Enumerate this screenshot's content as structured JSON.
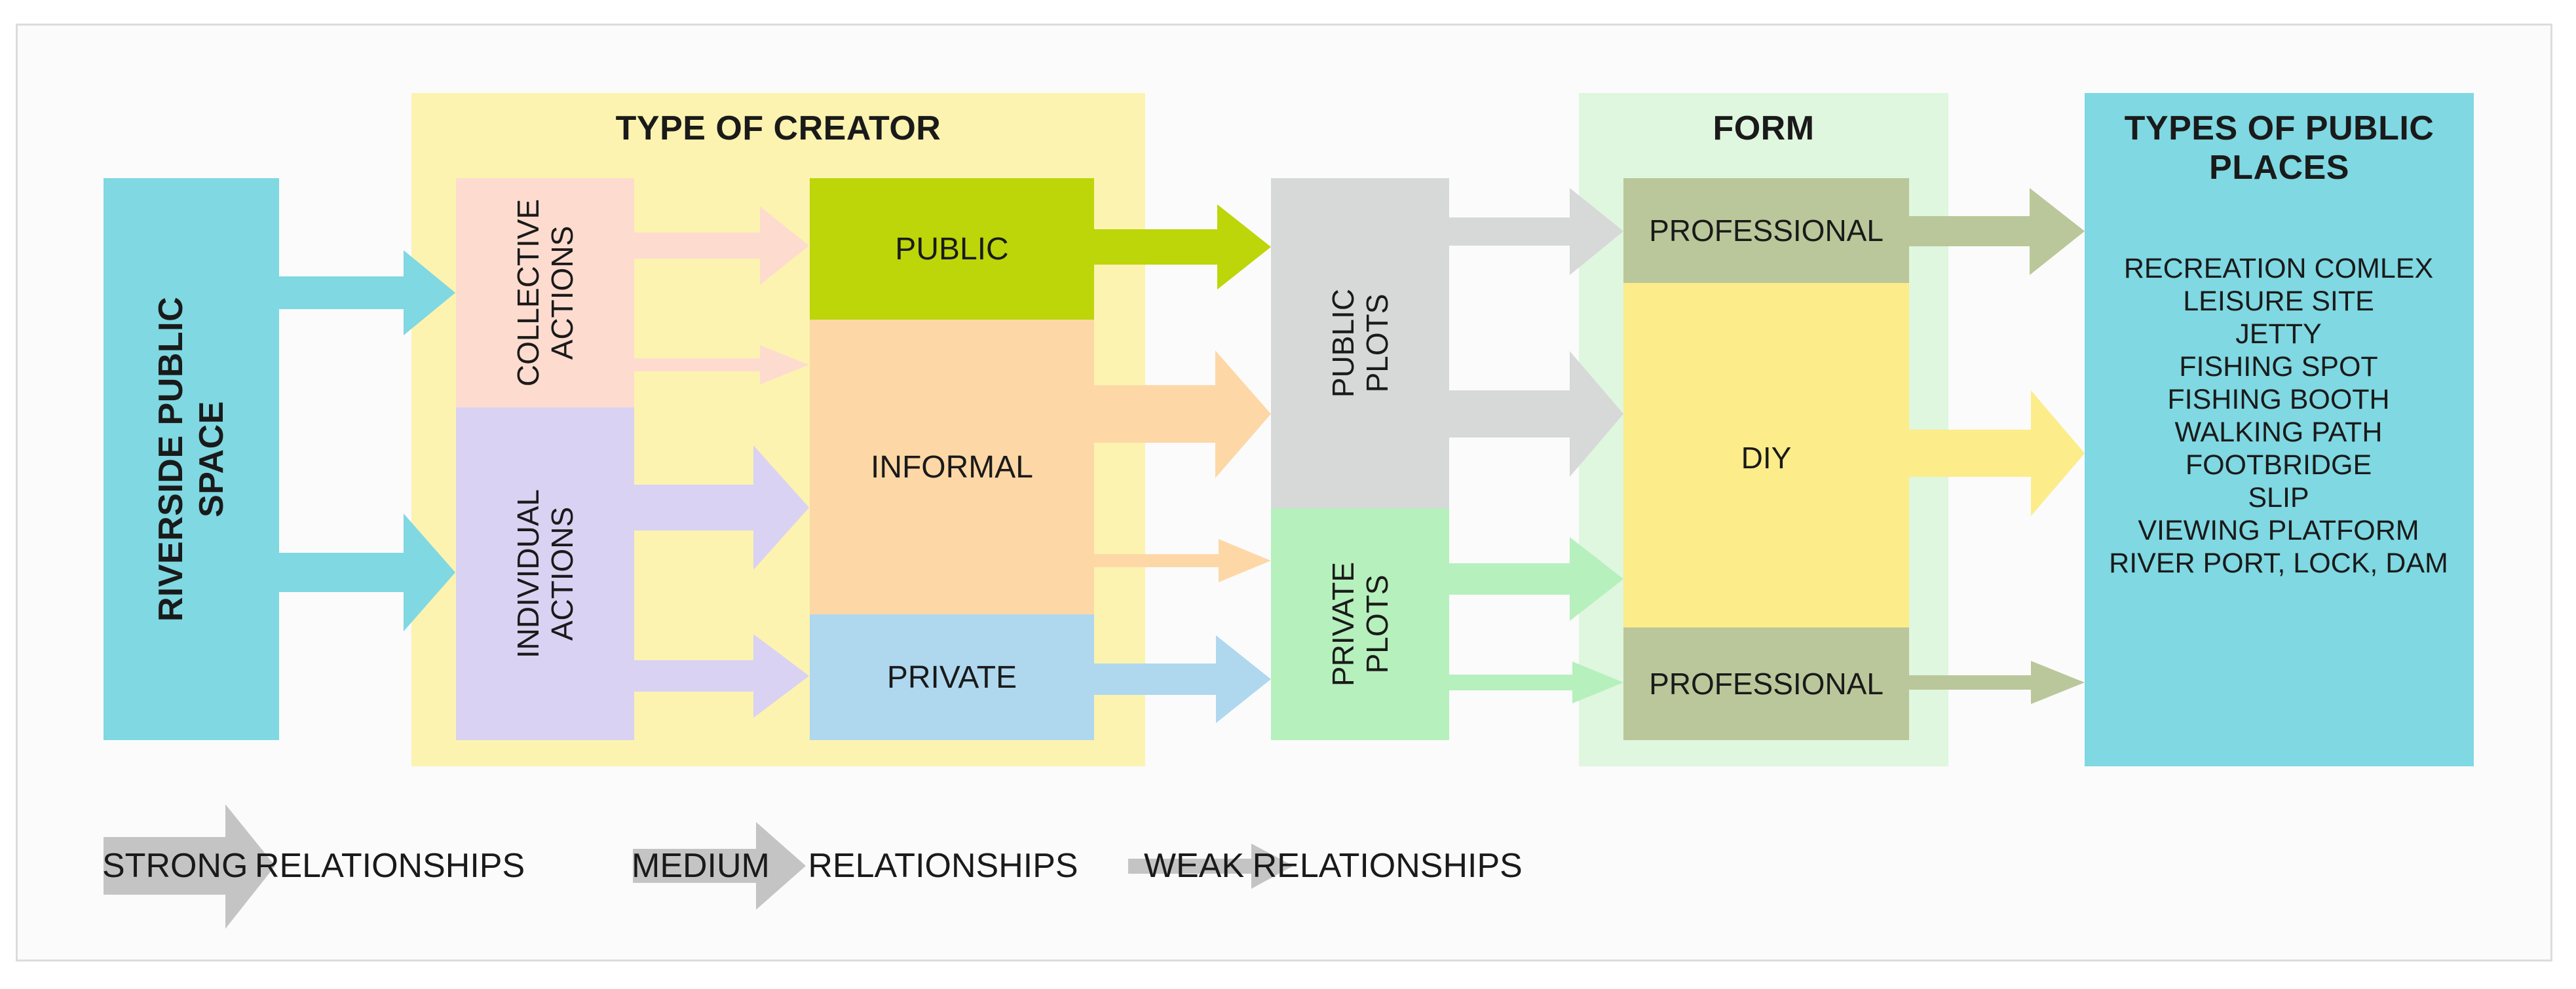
{
  "groups": {
    "creator_title": "TYPE OF CREATOR",
    "form_title": "FORM",
    "places_title": "TYPES OF PUBLIC PLACES"
  },
  "nodes": {
    "riverside": "RIVERSIDE PUBLIC\nSPACE",
    "collective": "COLLECTIVE\nACTIONS",
    "individual": "INDIVIDUAL\nACTIONS",
    "public": "PUBLIC",
    "informal": "INFORMAL",
    "private": "PRIVATE",
    "public_plots": "PUBLIC\nPLOTS",
    "private_plots": "PRIVATE\nPLOTS",
    "professional_top": "PROFESSIONAL",
    "diy": "DIY",
    "professional_bottom": "PROFESSIONAL"
  },
  "places": [
    "RECREATION COMLEX",
    "LEISURE SITE",
    "JETTY",
    "FISHING SPOT",
    "FISHING BOOTH",
    "WALKING PATH",
    "FOOTBRIDGE",
    "SLIP",
    "VIEWING PLATFORM",
    "RIVER PORT, LOCK, DAM"
  ],
  "legend": {
    "strong_a": "STRONG",
    "strong_b": "RELATIONSHIPS",
    "medium_a": "MEDIUM",
    "medium_b": "RELATIONSHIPS",
    "weak_a": "WEAK",
    "weak_b": "RELATIONSHIPS"
  },
  "colors": {
    "teal": "#7fd8e2",
    "creator_bg": "#fcf3b0",
    "form_bg": "#dff6df",
    "collective": "#fddccf",
    "individual": "#d9d2f2",
    "public": "#bcd60a",
    "informal": "#fdd8a6",
    "private": "#afd8ef",
    "public_plots": "#d7d8d8",
    "private_plots": "#b6f0bc",
    "professional": "#bac79a",
    "diy": "#fcec8a",
    "legend_arrow": "#c4c4c4"
  }
}
